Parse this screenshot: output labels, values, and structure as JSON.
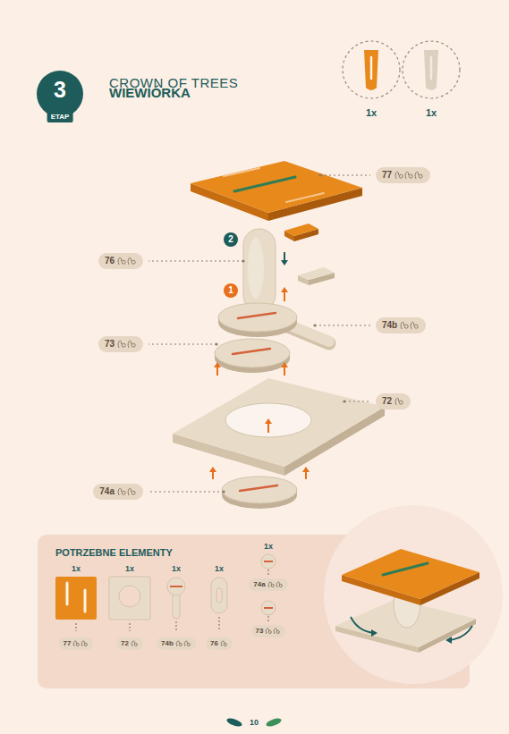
{
  "diagram": {
    "title": "CROWN OF TREES",
    "nodes": [
      {
        "text": [
          "3",
          "ETAP"
        ]
      },
      {
        "text": [
          "77"
        ]
      },
      {
        "text": [
          "76"
        ]
      },
      {
        "text": [
          "74b"
        ]
      },
      {
        "text": [
          "73"
        ]
      },
      {
        "text": [
          "72"
        ]
      },
      {
        "text": [
          "74a"
        ]
      },
      {
        "text": [
          "POTRZEBNE ELEMENTY"
        ]
      },
      {
        "text": [
          "77"
        ],
        "in": 7
      },
      {
        "text": [
          "72"
        ],
        "in": 7
      },
      {
        "text": [
          "74b"
        ],
        "in": 7
      },
      {
        "text": [
          "76"
        ],
        "in": 7
      },
      {
        "text": [
          "74a"
        ],
        "in": 7
      },
      {
        "text": [
          "73"
        ],
        "in": 7
      }
    ],
    "labels": [
      "WIEWIÓRKA",
      "1x",
      "1x",
      "2",
      "1",
      "1x",
      "1x",
      "1x",
      "1x",
      "1x",
      "10"
    ]
  }
}
